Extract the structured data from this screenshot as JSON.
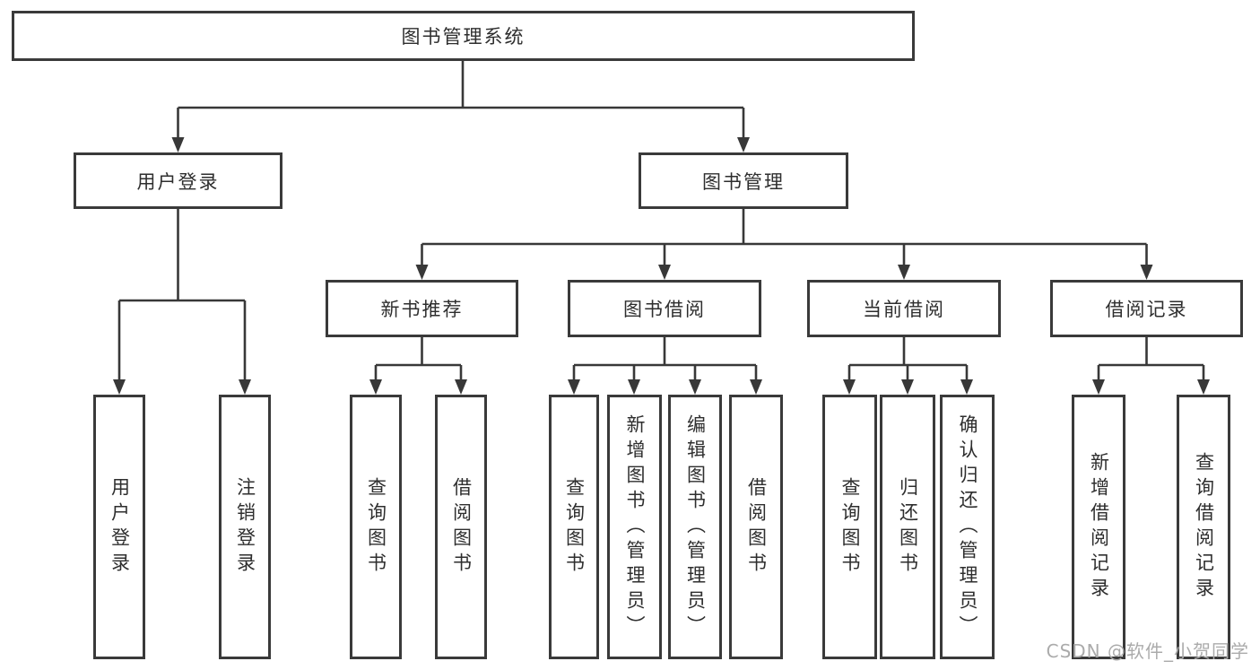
{
  "diagram_title": "图书管理系统",
  "colors": {
    "line": "#383838",
    "box_border": "#3a3a3a",
    "text": "#2e2e2e",
    "watermark": "#ababab",
    "background": "#ffffff"
  },
  "tree": {
    "label": "图书管理系统",
    "children": [
      {
        "label": "用户登录",
        "children": [
          {
            "label": "用户登录"
          },
          {
            "label": "注销登录"
          }
        ]
      },
      {
        "label": "图书管理",
        "children": [
          {
            "label": "新书推荐",
            "children": [
              {
                "label": "查询图书"
              },
              {
                "label": "借阅图书"
              }
            ]
          },
          {
            "label": "图书借阅",
            "children": [
              {
                "label": "查询图书"
              },
              {
                "label": "新增图书（管理员）"
              },
              {
                "label": "编辑图书（管理员）"
              },
              {
                "label": "借阅图书"
              }
            ]
          },
          {
            "label": "当前借阅",
            "children": [
              {
                "label": "查询图书"
              },
              {
                "label": "归还图书"
              },
              {
                "label": "确认归还（管理员）"
              }
            ]
          },
          {
            "label": "借阅记录",
            "children": [
              {
                "label": "新增借阅记录"
              },
              {
                "label": "查询借阅记录"
              }
            ]
          }
        ]
      }
    ]
  },
  "watermark": "CSDN @软件_小贺同学"
}
